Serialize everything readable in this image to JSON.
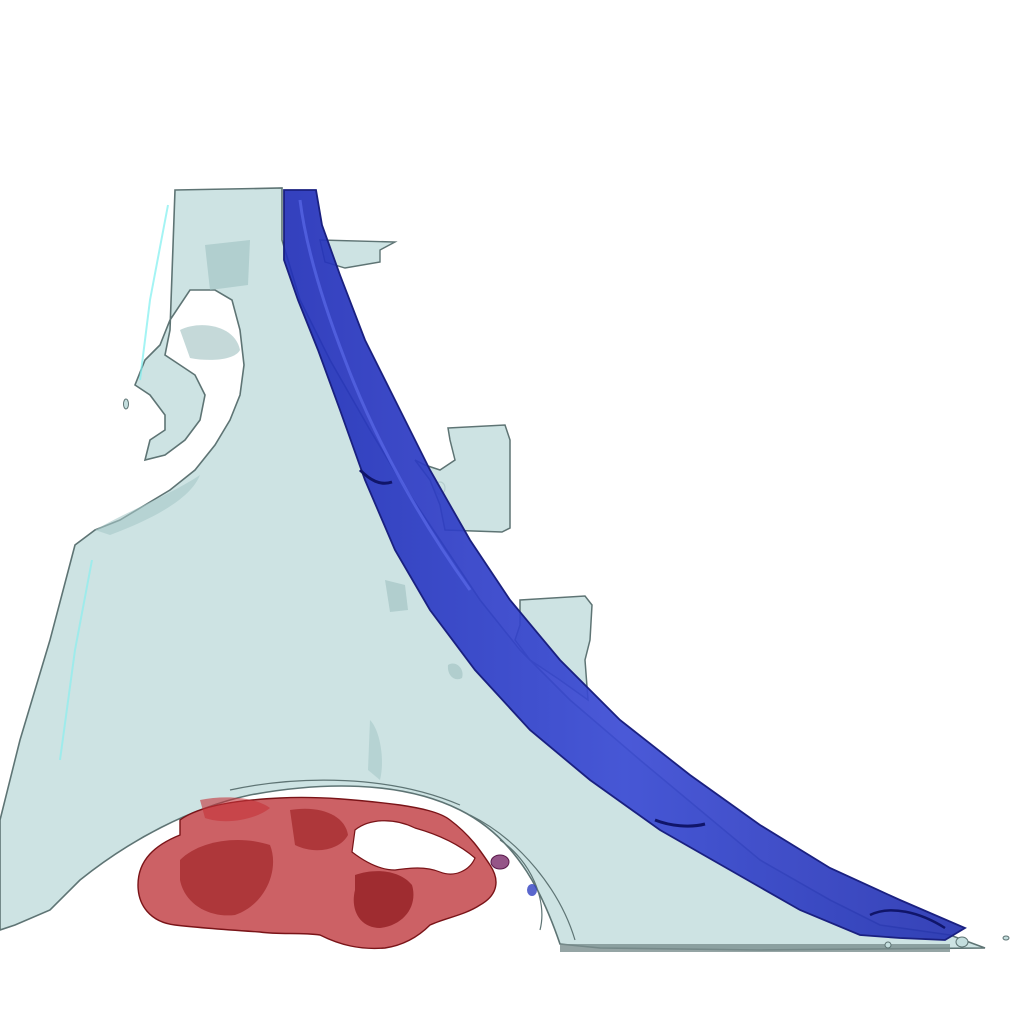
{
  "image": {
    "kind": "3D rendered anatomical segmentation (semi-transparent surfaces)",
    "background_color": "#ffffff"
  },
  "structures": [
    {
      "name": "bone-shell",
      "color": "#bfdcdc",
      "edge_color": "#5e7474",
      "opacity": 0.75
    },
    {
      "name": "blue-plate",
      "color": "#2f3fc8",
      "edge_color": "#1a2080",
      "opacity": 0.9
    },
    {
      "name": "red-mass",
      "color": "#b8242a",
      "edge_color": "#7a1418",
      "opacity": 0.75
    },
    {
      "name": "floating-fragment-upper",
      "color": "#bfdcdc",
      "edge_color": "#5e7474",
      "opacity": 0.75
    },
    {
      "name": "floating-fragment-lower",
      "color": "#bfdcdc",
      "edge_color": "#5e7474",
      "opacity": 0.75
    }
  ]
}
